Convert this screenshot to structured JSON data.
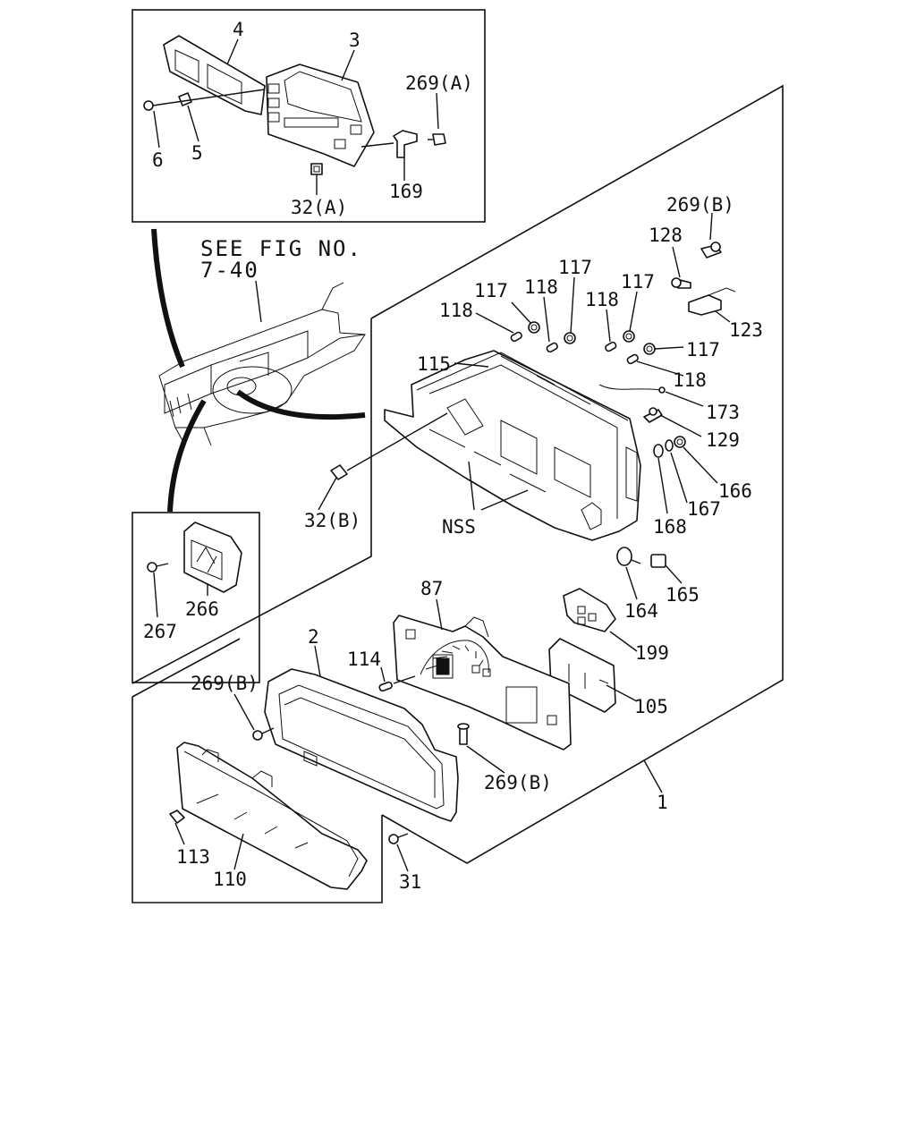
{
  "diagram": {
    "reference_note": {
      "line1": "SEE FIG NO.",
      "line2": "7-40"
    },
    "group_labels": {
      "nss": "NSS"
    },
    "part_numbers": {
      "p1": "1",
      "p2": "2",
      "p3": "3",
      "p4": "4",
      "p5": "5",
      "p6": "6",
      "p31": "31",
      "p32a": "32(A)",
      "p32b": "32(B)",
      "p87": "87",
      "p105": "105",
      "p110": "110",
      "p113": "113",
      "p114": "114",
      "p115": "115",
      "p117a": "117",
      "p117b": "117",
      "p117c": "117",
      "p117d": "117",
      "p118a": "118",
      "p118b": "118",
      "p118c": "118",
      "p118d": "118",
      "p123": "123",
      "p128": "128",
      "p129": "129",
      "p164": "164",
      "p165": "165",
      "p166": "166",
      "p167": "167",
      "p168": "168",
      "p169": "169",
      "p173": "173",
      "p199": "199",
      "p266": "266",
      "p267": "267",
      "p269a": "269(A)",
      "p269b_top": "269(B)",
      "p269b_left": "269(B)",
      "p269b_bottom": "269(B)"
    }
  }
}
